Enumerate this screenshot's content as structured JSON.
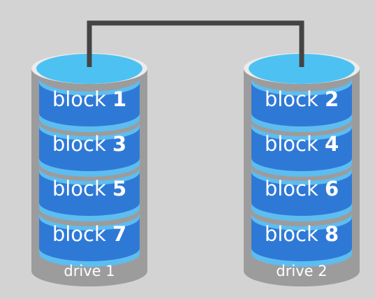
{
  "diagram": {
    "connector_color": "#444444",
    "colors": {
      "background": "#d3d3d3",
      "drive_body": "#9c9c9c",
      "drive_rim": "#ececec",
      "platter_top": "#4dc2f2",
      "platter_side": "#2f79d6",
      "block_divider": "#5dbdf0"
    },
    "drives": [
      {
        "label": "drive 1",
        "blocks": [
          {
            "word": "block",
            "number": "1"
          },
          {
            "word": "block",
            "number": "3"
          },
          {
            "word": "block",
            "number": "5"
          },
          {
            "word": "block",
            "number": "7"
          }
        ]
      },
      {
        "label": "drive 2",
        "blocks": [
          {
            "word": "block",
            "number": "2"
          },
          {
            "word": "block",
            "number": "4"
          },
          {
            "word": "block",
            "number": "6"
          },
          {
            "word": "block",
            "number": "8"
          }
        ]
      }
    ]
  }
}
